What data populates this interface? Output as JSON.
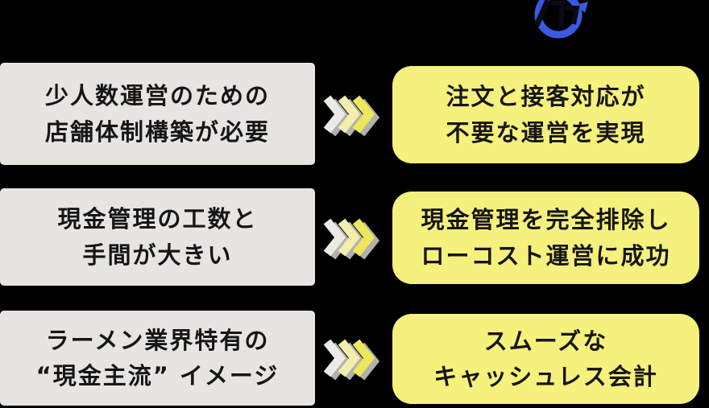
{
  "canvas": {
    "background": "#000000"
  },
  "header_icon": {
    "name": "cycle-refresh-icon",
    "ring_color": "#3b5ae4",
    "overlay_color": "#0a0a14"
  },
  "colors": {
    "problem_box_bg": "#e7e5e2",
    "solution_box_bg": "#f5f17c",
    "text": "#161616",
    "arrow_shadow": "#b3b1ac",
    "arrow_chevron_1": "#eceae6",
    "arrow_chevron_2": "#f2efae",
    "arrow_chevron_3": "#ece75d"
  },
  "rows": [
    {
      "problem_line1": "少人数運営のための",
      "problem_line2": "店舗体制構築が必要",
      "solution_line1": "注文と接客対応が",
      "solution_line2": "不要な運営を実現"
    },
    {
      "problem_line1": "現金管理の工数と",
      "problem_line2": "手間が大きい",
      "solution_line1": "現金管理を完全排除し",
      "solution_line2": "ローコスト運営に成功"
    },
    {
      "problem_line1": "ラーメン業界特有の",
      "problem_line2": "“現金主流” イメージ",
      "solution_line1": "スムーズな",
      "solution_line2": "キャッシュレス会計"
    }
  ]
}
